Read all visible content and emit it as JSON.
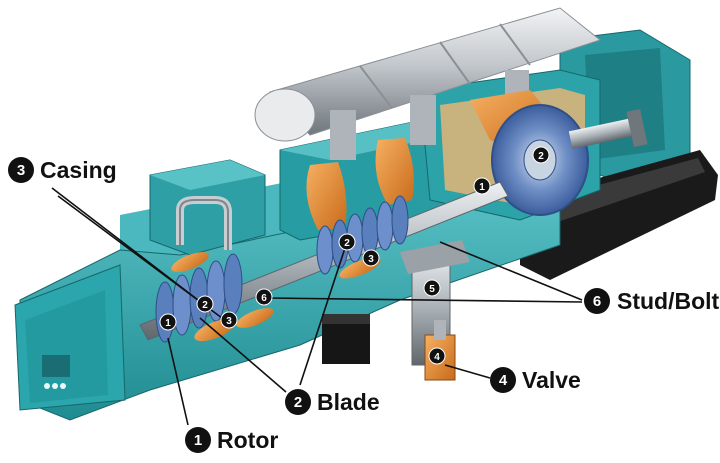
{
  "colors": {
    "housing": "#2aa3a9",
    "housing_dark": "#1b7479",
    "housing_light": "#62c6cb",
    "steel": "#c9cdd1",
    "steel_dark": "#7f868c",
    "orange": "#e8892c",
    "blade_blue": "#4f74b8",
    "black": "#111111"
  },
  "callouts": {
    "casing": {
      "num": "3",
      "label": "Casing"
    },
    "studbolt": {
      "num": "6",
      "label": "Stud/Bolt"
    },
    "valve": {
      "num": "4",
      "label": "Valve"
    },
    "blade": {
      "num": "2",
      "label": "Blade"
    },
    "rotor": {
      "num": "1",
      "label": "Rotor"
    }
  },
  "markers": {
    "m1_left": "1",
    "m1_right": "1",
    "m2_left": "2",
    "m2_mid": "2",
    "m2_right": "2",
    "m3_left": "3",
    "m3_mid": "3",
    "m4": "4",
    "m5": "5",
    "m6": "6"
  }
}
